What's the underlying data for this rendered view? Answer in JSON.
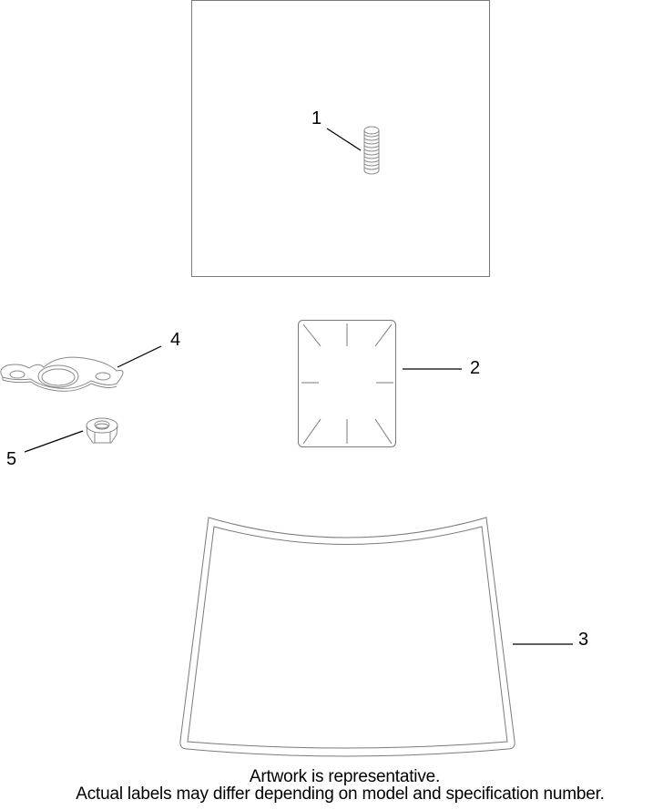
{
  "diagram": {
    "type": "exploded-parts-illustration",
    "callouts": [
      {
        "number": "1",
        "part": "threaded-stud"
      },
      {
        "number": "2",
        "part": "rectangular-label"
      },
      {
        "number": "3",
        "part": "curved-decal"
      },
      {
        "number": "4",
        "part": "gasket"
      },
      {
        "number": "5",
        "part": "hex-nut"
      }
    ],
    "colors": {
      "line": "#7a7a7a",
      "leader": "#000000",
      "background": "#ffffff"
    }
  },
  "caption": {
    "line1": "Artwork is representative.",
    "line2": "Actual labels may differ depending on model and specification number."
  }
}
